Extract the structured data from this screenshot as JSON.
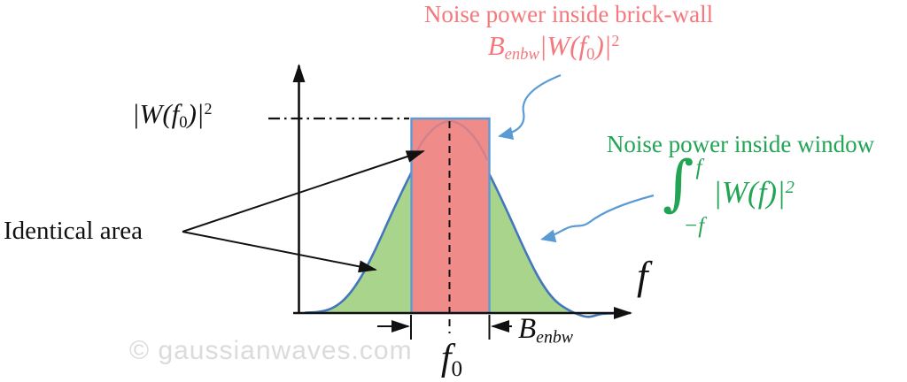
{
  "colors": {
    "salmon-fill": "#EF8B88",
    "red-text": "#F4787C",
    "green-fill": "#A9D48C",
    "green-text": "#23A455",
    "curve-blue": "#4377BD",
    "accent-blue": "#5B9BD5",
    "inner-curve": "#D0808D",
    "ink": "#111111",
    "watermark-gray": "#DBDBDB"
  },
  "labels": {
    "brickwall_title": "Noise power inside brick-wall",
    "brickwall_formula": {
      "base": "B",
      "base_sub": "enbw",
      "body": "|W(f",
      "body_sub": "0",
      "close": ")|",
      "power": "2"
    },
    "window_title": "Noise power inside window",
    "window_formula": {
      "integral": "∫",
      "upper_limit": "f",
      "lower_limit": "−f",
      "body": "|W(f)|",
      "power": "2"
    },
    "peak_level": {
      "body": "|W(f",
      "sub": "0",
      "close": ")|",
      "power": "2"
    },
    "identical_area": "Identical area",
    "x_axis": "f",
    "center_frequency": {
      "base": "f",
      "sub": "0"
    },
    "enbw": {
      "base": "B",
      "sub": "enbw"
    },
    "watermark": "© gaussianwaves.com"
  }
}
